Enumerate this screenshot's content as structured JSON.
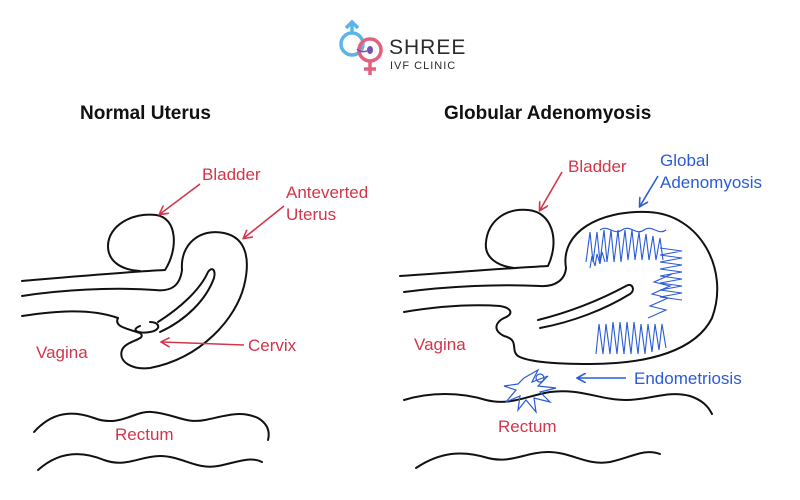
{
  "brand": {
    "name": "SHREE",
    "subtitle": "IVF CLINIC",
    "male_color": "#5db4e6",
    "female_color": "#e3607f"
  },
  "colors": {
    "outline": "#111111",
    "label_red": "#d1364a",
    "label_blue": "#2a5bd7"
  },
  "panels": {
    "normal": {
      "title": "Normal Uterus",
      "labels": {
        "bladder": "Bladder",
        "anteverted_1": "Anteverted",
        "anteverted_2": "Uterus",
        "cervix": "Cervix",
        "vagina": "Vagina",
        "rectum": "Rectum"
      }
    },
    "globular": {
      "title": "Globular Adenomyosis",
      "labels": {
        "bladder": "Bladder",
        "global_1": "Global",
        "global_2": "Adenomyosis",
        "endometriosis": "Endometriosis",
        "vagina": "Vagina",
        "rectum": "Rectum"
      }
    }
  }
}
